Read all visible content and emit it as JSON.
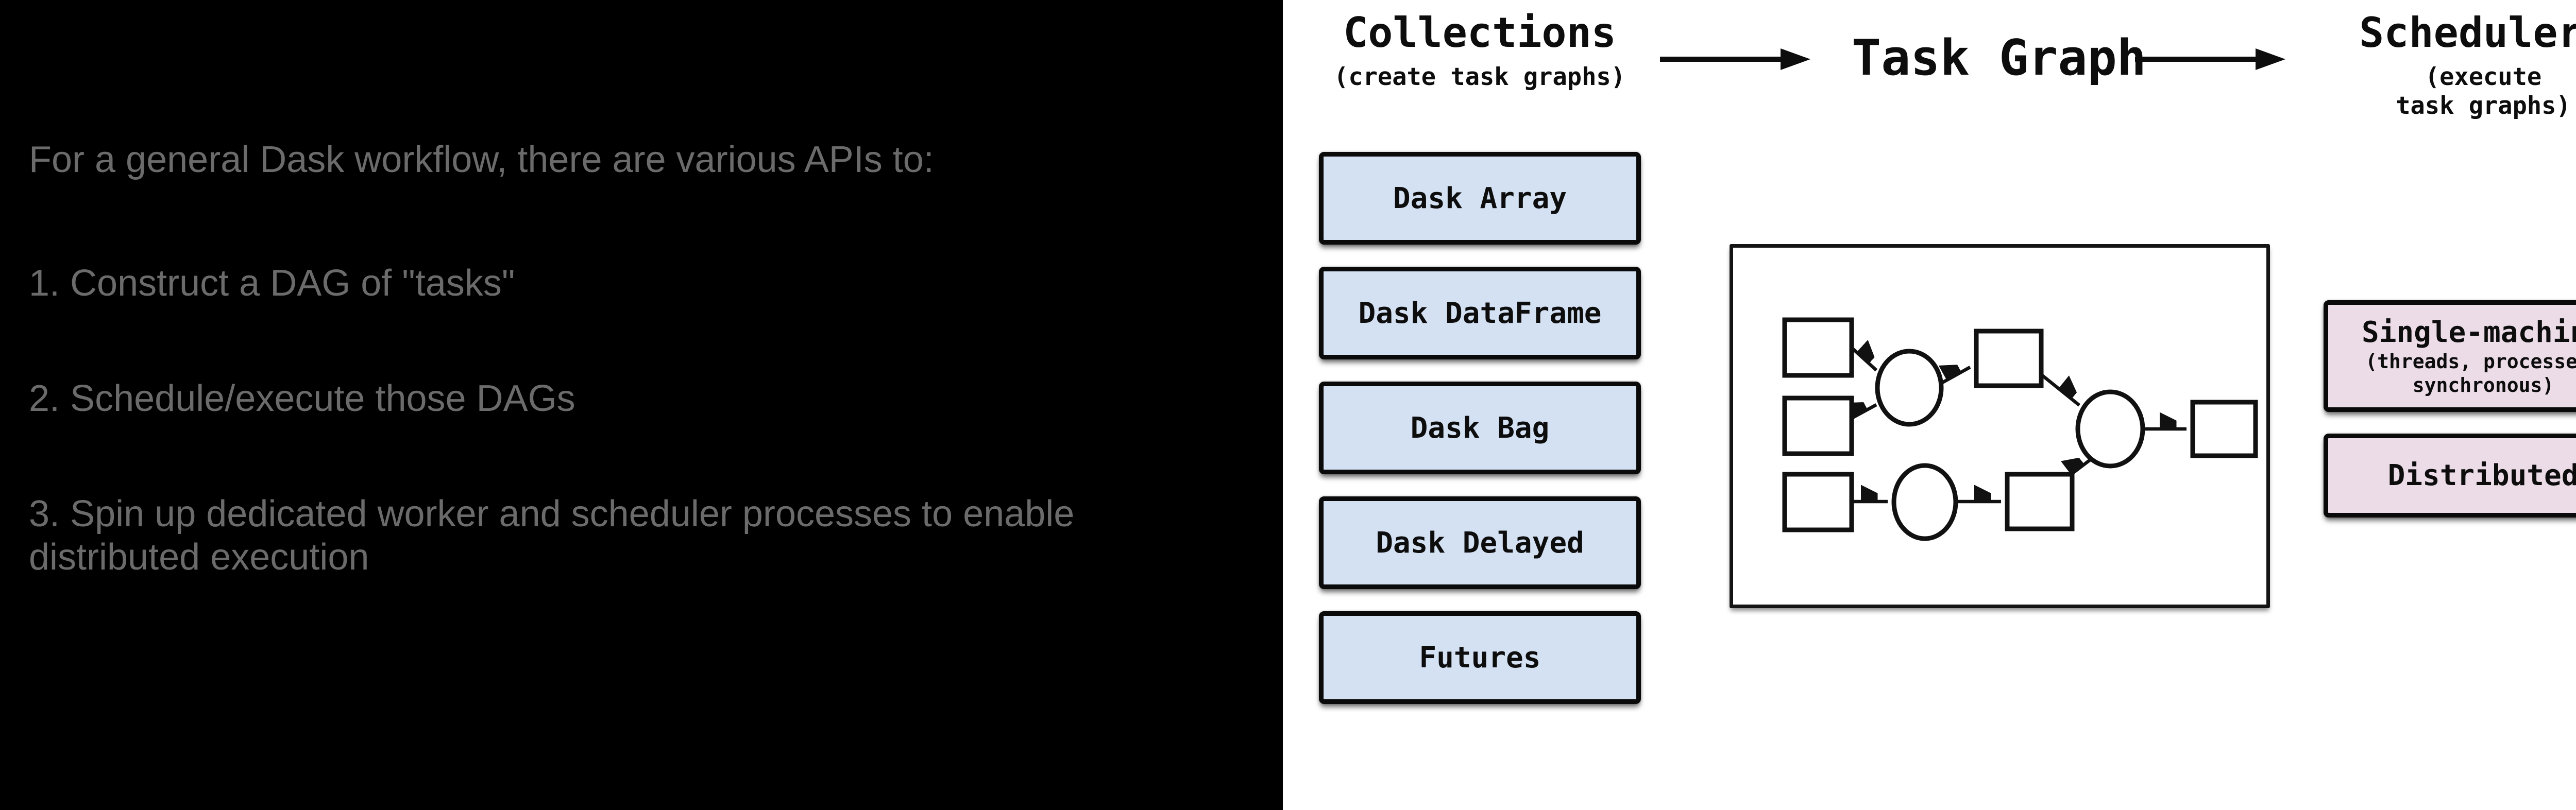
{
  "slide": {
    "background_color": "#000000",
    "text_color": "#6b6b6b",
    "intro": "For a general Dask workflow, there are various APIs to:",
    "items": [
      "1. Construct a DAG of \"tasks\"",
      "2. Schedule/execute those DAGs",
      "3. Spin up dedicated worker and scheduler processes to enable\ndistributed execution"
    ]
  },
  "diagram": {
    "collections": {
      "title": "Collections",
      "subtitle": "(create task graphs)"
    },
    "task_graph": {
      "title": "Task Graph"
    },
    "schedulers": {
      "title": "Schedulers",
      "subtitle": "(execute task graphs)"
    },
    "collection_boxes": [
      "Dask Array",
      "Dask DataFrame",
      "Dask Bag",
      "Dask Delayed",
      "Futures"
    ],
    "scheduler_boxes": {
      "single_machine": {
        "title": "Single-machine",
        "subtitle_line1": "(threads, processes,",
        "subtitle_line2": "synchronous)"
      },
      "distributed": {
        "title": "Distributed"
      }
    },
    "colors": {
      "collection_fill": "#d4e1f3",
      "scheduler_fill": "#ecdce7",
      "node_stroke": "#111111",
      "background": "#ffffff"
    },
    "task_graph_nodes": [
      {
        "id": "input-1",
        "type": "square"
      },
      {
        "id": "input-2",
        "type": "square"
      },
      {
        "id": "input-3",
        "type": "square"
      },
      {
        "id": "op-1",
        "type": "circle"
      },
      {
        "id": "mid-1",
        "type": "square"
      },
      {
        "id": "op-2",
        "type": "circle"
      },
      {
        "id": "mid-2",
        "type": "square"
      },
      {
        "id": "op-3",
        "type": "circle"
      },
      {
        "id": "output-1",
        "type": "square"
      }
    ],
    "task_graph_edges": [
      "input-1 -> op-1",
      "input-2 -> op-1",
      "op-1 -> mid-1",
      "mid-1 -> op-3",
      "input-3 -> op-2",
      "op-2 -> mid-2",
      "mid-2 -> op-3",
      "op-3 -> output-1"
    ]
  }
}
